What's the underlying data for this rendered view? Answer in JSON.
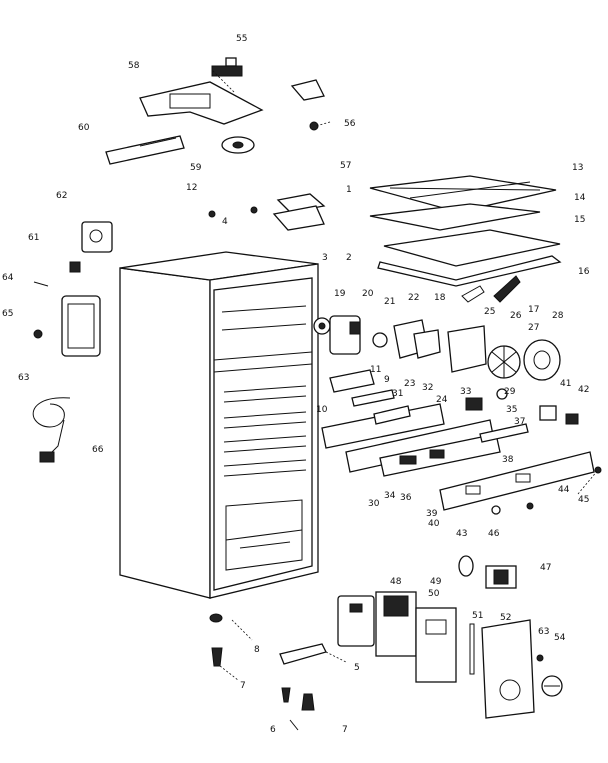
{
  "labels": {
    "l55": "55",
    "l58": "58",
    "l56": "56",
    "l60": "60",
    "l59": "59",
    "l57": "57",
    "l12": "12",
    "l4": "4",
    "l1": "1",
    "l3": "3",
    "l2": "2",
    "l13": "13",
    "l14": "14",
    "l15": "15",
    "l16": "16",
    "l62": "62",
    "l61": "61",
    "l64": "64",
    "l65": "65",
    "l63a": "63",
    "l19": "19",
    "l20": "20",
    "l21": "21",
    "l22": "22",
    "l18": "18",
    "l25": "25",
    "l26": "26",
    "l17": "17",
    "l28": "28",
    "l27": "27",
    "l11": "11",
    "l9": "9",
    "l23": "23",
    "l32": "32",
    "l33": "33",
    "l29": "29",
    "l41": "41",
    "l42": "42",
    "l10": "10",
    "l31": "31",
    "l24": "24",
    "l35": "35",
    "l37": "37",
    "l38": "38",
    "l30": "30",
    "l34": "34",
    "l36": "36",
    "l39": "39",
    "l40": "40",
    "l44": "44",
    "l45": "45",
    "l43": "43",
    "l46": "46",
    "l47": "47",
    "l48": "48",
    "l49": "49",
    "l50": "50",
    "l51": "51",
    "l52": "52",
    "l63b": "63",
    "l54": "54",
    "l66": "66",
    "l8": "8",
    "l7a": "7",
    "l5": "5",
    "l6": "6",
    "l7b": "7"
  }
}
